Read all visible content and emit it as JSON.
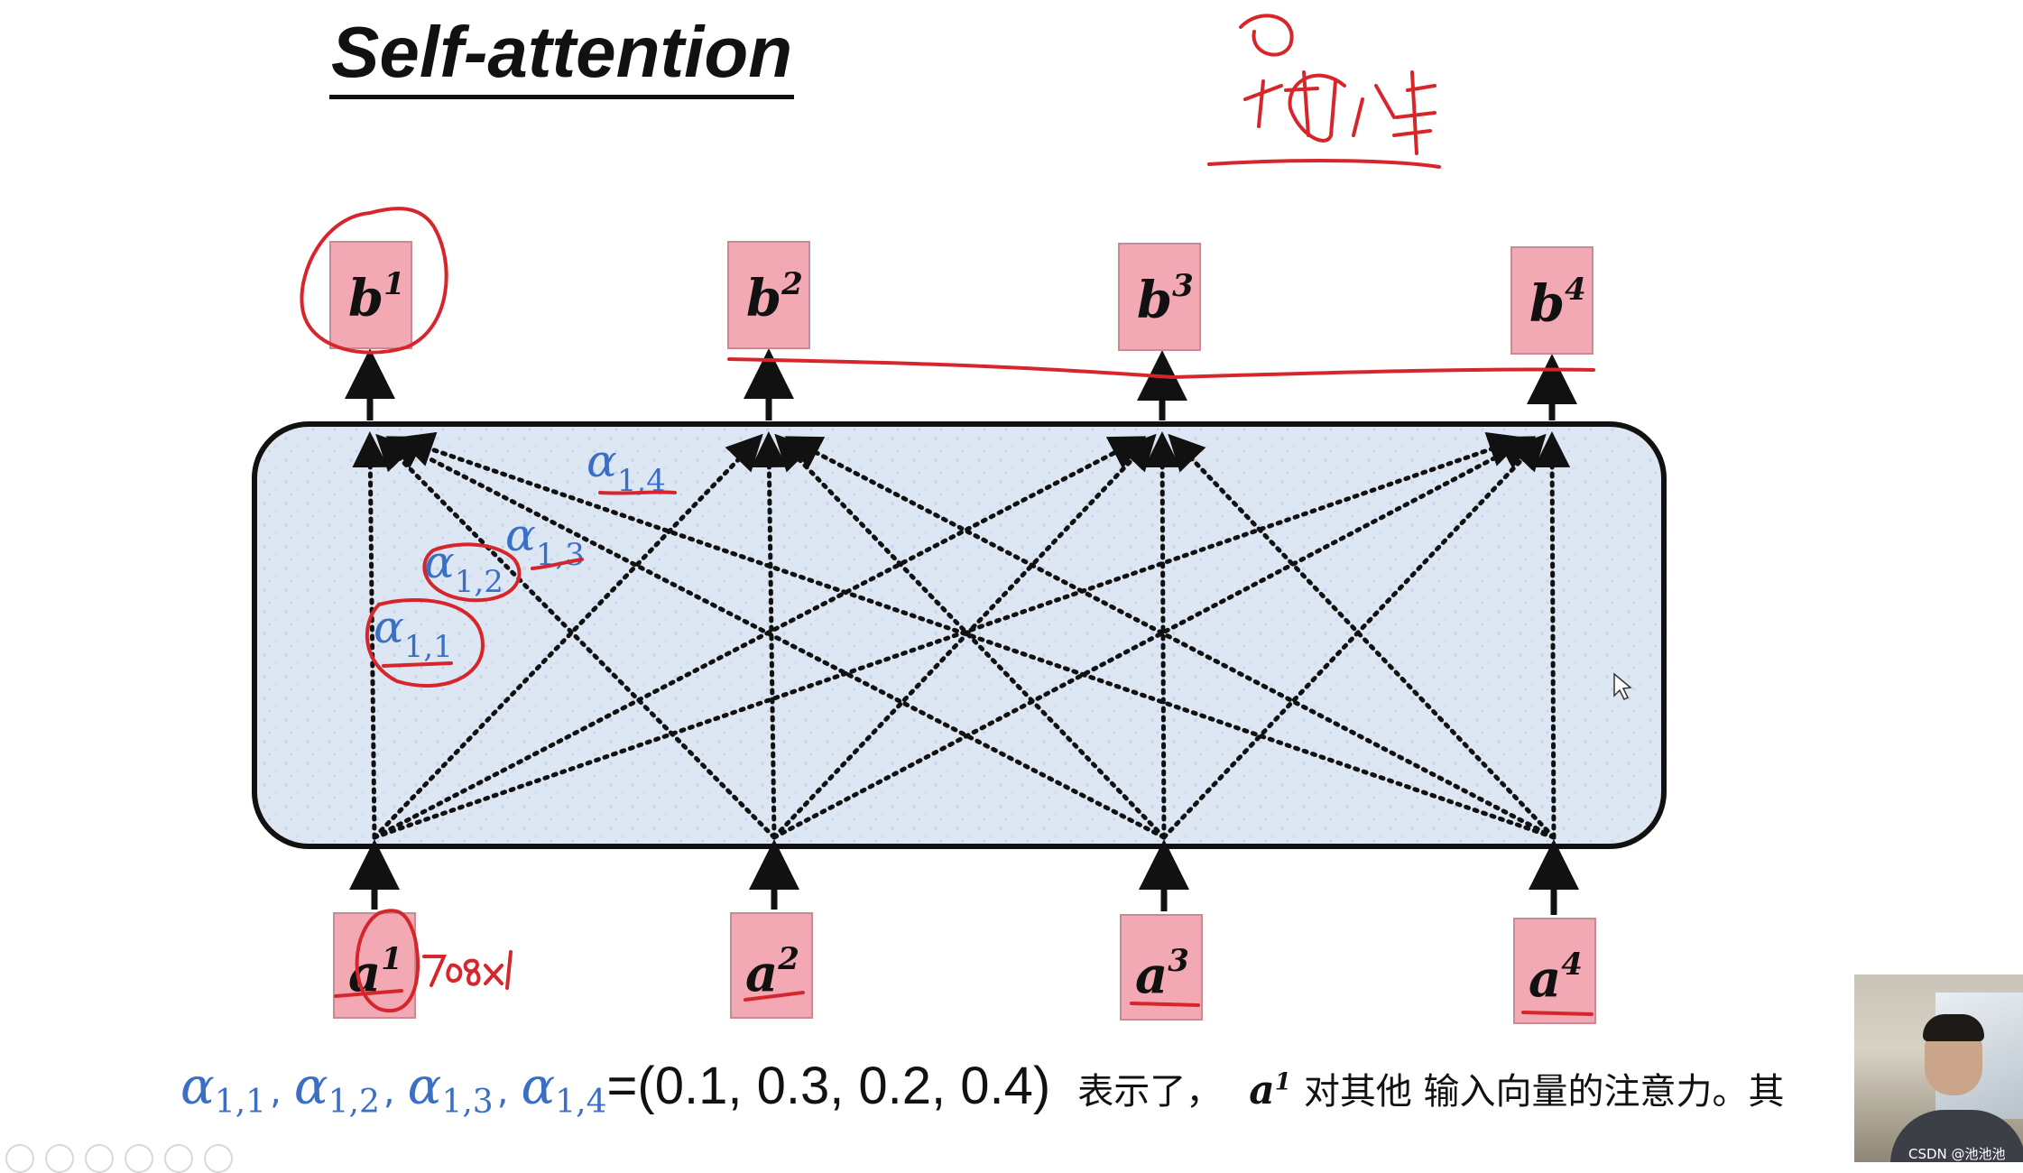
{
  "slide": {
    "title": "Self-attention",
    "outputs": [
      {
        "label": "b",
        "sup": "1"
      },
      {
        "label": "b",
        "sup": "2"
      },
      {
        "label": "b",
        "sup": "3"
      },
      {
        "label": "b",
        "sup": "4"
      }
    ],
    "inputs": [
      {
        "label": "a",
        "sup": "1"
      },
      {
        "label": "a",
        "sup": "2"
      },
      {
        "label": "a",
        "sup": "3"
      },
      {
        "label": "a",
        "sup": "4"
      }
    ],
    "alpha_labels": [
      {
        "base": "α",
        "sub": "1,1"
      },
      {
        "base": "α",
        "sub": "1,2"
      },
      {
        "base": "α",
        "sub": "1,3"
      },
      {
        "base": "α",
        "sub": "1,4"
      }
    ],
    "caption": {
      "alphas": [
        {
          "base": "α",
          "sub": "1,1"
        },
        {
          "base": "α",
          "sub": "1,2"
        },
        {
          "base": "α",
          "sub": "1,3"
        },
        {
          "base": "α",
          "sub": "1,4"
        }
      ],
      "separator": ",",
      "values": "=(0.1, 0.3, 0.2, 0.4)",
      "text_before": "表示了，",
      "vector": "a",
      "vector_sup": "1",
      "text_after": "对其他 输入向量的注意力。其"
    }
  },
  "annotations": {
    "dimension_note": "768x1"
  },
  "webcam": {
    "caption": "CSDN @池池池"
  },
  "colors": {
    "box_fill": "#f2a9b3",
    "box_border": "#c98b93",
    "panel_fill": "#dde7f4",
    "panel_border": "#111111",
    "alpha_blue": "#3a6fc4",
    "annotation_red": "#d6262b"
  },
  "icons": [
    "prev-slide-icon",
    "next-slide-icon",
    "pen-icon",
    "grid-icon",
    "zoom-icon",
    "more-icon"
  ]
}
